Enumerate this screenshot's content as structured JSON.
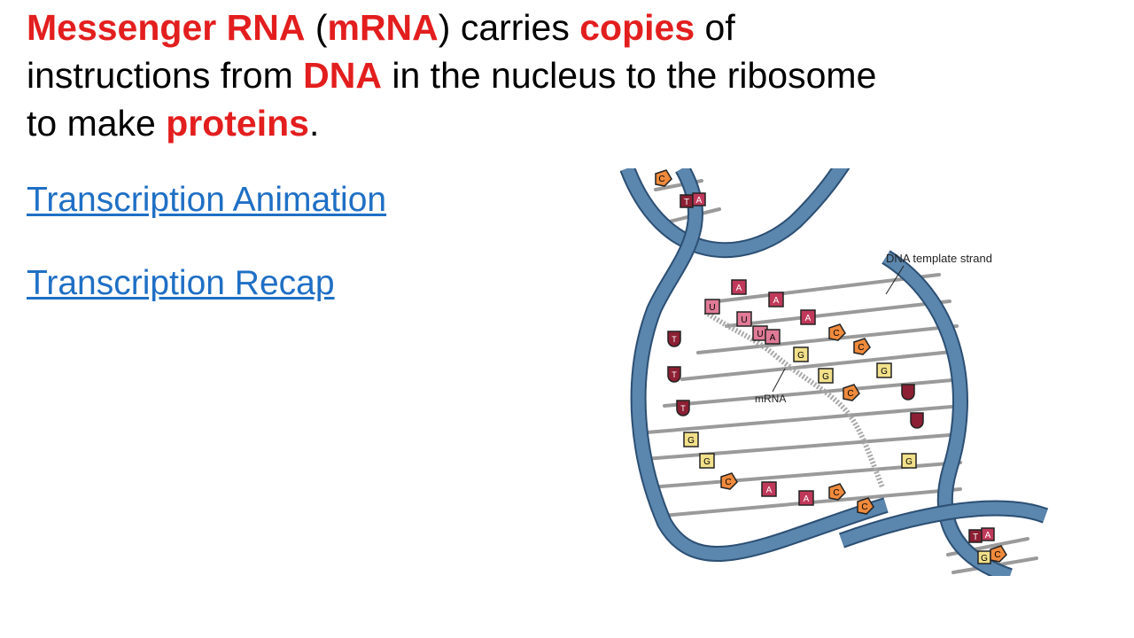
{
  "headline": {
    "seg1": "Messenger RNA",
    "seg2": " (",
    "seg3": "mRNA",
    "seg4": ") carries ",
    "seg5": "copies",
    "seg6": " of instructions from ",
    "seg7": "DNA",
    "seg8": " in the nucleus to the ribosome to make ",
    "seg9": "proteins",
    "seg10": "."
  },
  "links": {
    "animation": "Transcription Animation",
    "recap": "Transcription Recap"
  },
  "diagram": {
    "label_template": "DNA  template strand",
    "label_mrna": "mRNA",
    "bases": {
      "rungs_right_top": [
        "C",
        "T",
        "A"
      ],
      "rna_top": [
        "A",
        "U",
        "A",
        "U",
        "A",
        "U",
        "A"
      ],
      "mid_right": [
        "C",
        "C",
        "C",
        "G",
        "G",
        "G",
        "C"
      ],
      "left_column": [
        "T",
        "T",
        "T",
        "G",
        "G",
        "C"
      ],
      "bottom_row": [
        "A",
        "A",
        "C"
      ],
      "right_column": [
        "G"
      ],
      "bottom_right": [
        "T",
        "A",
        "G",
        "C"
      ]
    }
  },
  "colors": {
    "highlight": "#e31e1e",
    "link": "#1f6fc5",
    "backbone": "#5b86ad",
    "base_adenine": "#c0395a",
    "base_thymine": "#8c1f33",
    "base_uracil": "#e07a96",
    "base_guanine": "#f2e08a",
    "base_cytosine": "#f08a3c"
  }
}
